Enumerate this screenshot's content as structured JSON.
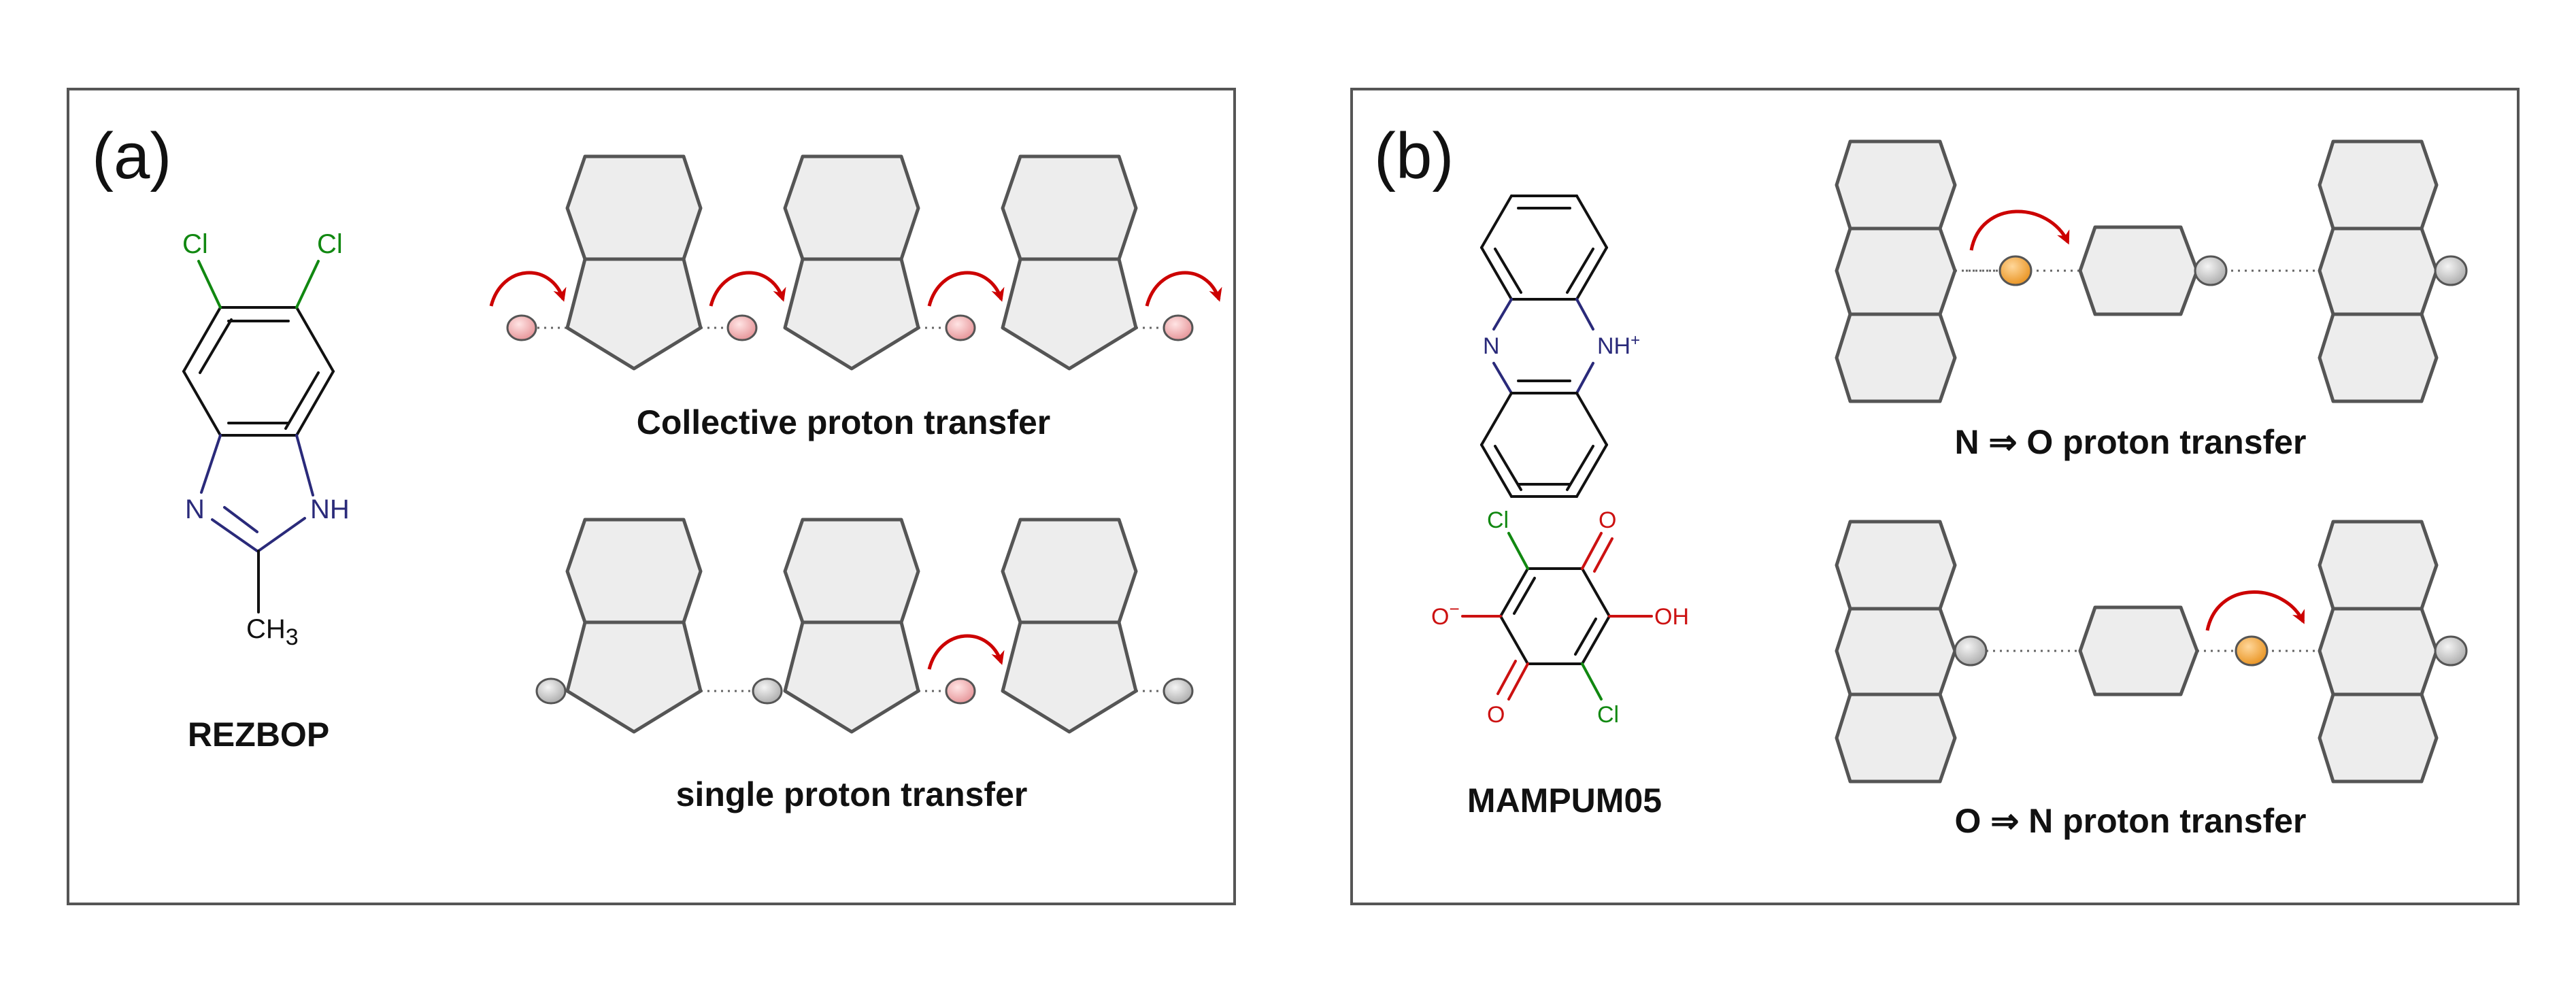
{
  "panel_a": {
    "label": "(a)",
    "molecule": {
      "name": "REZBOP",
      "atoms": {
        "cl_left": "Cl",
        "cl_right": "Cl",
        "n": "N",
        "nh": "NH",
        "ch3": "CH",
        "ch3_sub": "3"
      }
    },
    "top_caption": "Collective proton transfer",
    "bottom_caption": "single proton transfer"
  },
  "panel_b": {
    "label": "(b)",
    "molecule": {
      "name": "MAMPUM05",
      "atoms": {
        "phen_n": "N",
        "phen_nh": "NH",
        "phen_plus": "+",
        "cl_top": "Cl",
        "o_top": "O",
        "o_minus": "O",
        "minus": "−",
        "oh": "OH",
        "o_bottom": "O",
        "cl_bottom": "Cl"
      }
    },
    "top_caption": "N ⇒ O proton transfer",
    "bottom_caption": "O ⇒ N proton transfer"
  },
  "colors": {
    "panel_border": "#555555",
    "ring_fill": "#ededed",
    "arrow": "#cc0000",
    "proton_pink": "#f2a9ab",
    "proton_gray": "#c8c8c8",
    "proton_orange": "#f0a030",
    "nitrogen": "#2a2a7a",
    "oxygen": "#cc1111",
    "chlorine": "#118811"
  }
}
